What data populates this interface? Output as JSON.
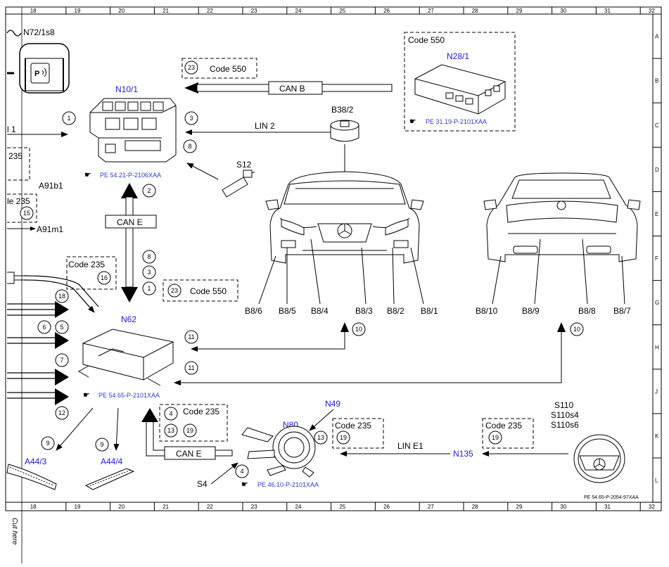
{
  "grid": {
    "columns": [
      "18",
      "19",
      "20",
      "21",
      "22",
      "23",
      "24",
      "25",
      "26",
      "27",
      "28",
      "29",
      "30",
      "31",
      "32"
    ],
    "rows": [
      "A",
      "B",
      "C",
      "D",
      "E",
      "F",
      "G",
      "H",
      "J",
      "K",
      "L"
    ]
  },
  "components": {
    "n72": "N72/1s8",
    "n10": "N10/1",
    "n28": "N28/1",
    "b38": "B38/2",
    "s12": "S12",
    "n62": "N62",
    "n49": "N49",
    "n80": "N80",
    "n135": "N135",
    "s110": "S110",
    "s110s4": "S110s4",
    "s110s6": "S110s6",
    "a91b1": "A91b1",
    "a91m1": "A91m1",
    "a44_3": "A44/3",
    "a44_4": "A44/4",
    "s4": "S4",
    "l1": "l 1",
    "code235_partial": "235",
    "le235": "le 235"
  },
  "codes": {
    "code550": "Code 550",
    "code235": "Code 235"
  },
  "buses": {
    "can_b": "CAN B",
    "lin2": "LIN 2",
    "can_e": "CAN E",
    "lin_e1": "LIN E1"
  },
  "refs": {
    "n10": "PE 54.21-P-2106XAA",
    "n28": "PE 31.19-P-2101XAA",
    "n62": "PE 54.65-P-2101XAA",
    "n80": "PE 46.10-P-2101XAA"
  },
  "sensors_front": [
    "B8/6",
    "B8/5",
    "B8/4",
    "B8/3",
    "B8/2",
    "B8/1"
  ],
  "sensors_rear": [
    "B8/10",
    "B8/9",
    "B8/8",
    "B8/7"
  ],
  "callouts": {
    "c1": "1",
    "c2": "2",
    "c3": "3",
    "c4": "4",
    "c5": "5",
    "c6": "6",
    "c7": "7",
    "c8": "8",
    "c9": "9",
    "c10": "10",
    "c11": "11",
    "c12": "12",
    "c13": "13",
    "c15": "15",
    "c16": "16",
    "c18": "18",
    "c19": "19",
    "c23": "23"
  },
  "footer_ref": "PE 54.65-P-2054-97XAA",
  "cut_here": "Cut here"
}
